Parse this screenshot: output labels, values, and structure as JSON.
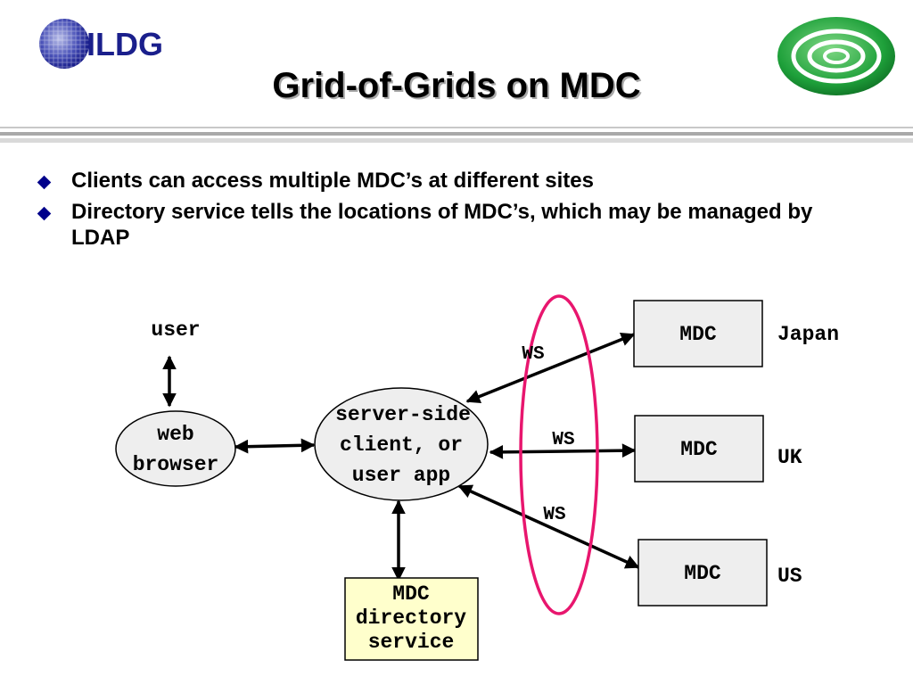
{
  "header": {
    "logo_text": "ILDG",
    "title": "Grid-of-Grids on MDC"
  },
  "bullets": [
    "Clients can access multiple MDC’s at different sites",
    "Directory service tells the locations of MDC’s, which may be managed by LDAP"
  ],
  "diagram": {
    "user": "user",
    "browser": [
      "web",
      "browser"
    ],
    "client": [
      "server-side",
      "client, or",
      "user app"
    ],
    "directory": [
      "MDC",
      "directory",
      "service"
    ],
    "ws_label": "WS",
    "mdc_label": "MDC",
    "sites": [
      "Japan",
      "UK",
      "US"
    ]
  },
  "colors": {
    "bullet": "#00008b",
    "ellipse_outline": "#e8166e",
    "node_fill": "#eeeeee",
    "directory_fill": "#ffffcc",
    "logo_blue": "#1a1f8c",
    "logo_green": "#1ea03a"
  }
}
